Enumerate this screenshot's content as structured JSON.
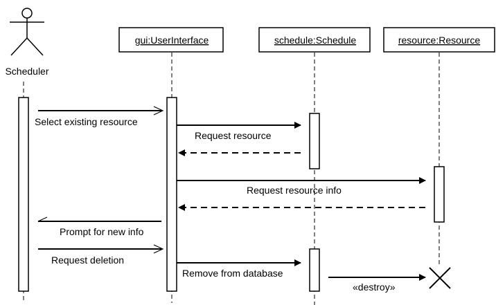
{
  "actor": {
    "name": "Scheduler"
  },
  "objects": [
    {
      "label": "gui:UserInterface"
    },
    {
      "label": "schedule:Schedule"
    },
    {
      "label": "resource:Resource"
    }
  ],
  "messages": [
    {
      "label": "Select existing resource"
    },
    {
      "label": "Request resource"
    },
    {
      "label": ""
    },
    {
      "label": "Request resource info"
    },
    {
      "label": ""
    },
    {
      "label": "Prompt for new info"
    },
    {
      "label": "Request deletion"
    },
    {
      "label": "Remove from database"
    },
    {
      "label": "«destroy»"
    }
  ]
}
